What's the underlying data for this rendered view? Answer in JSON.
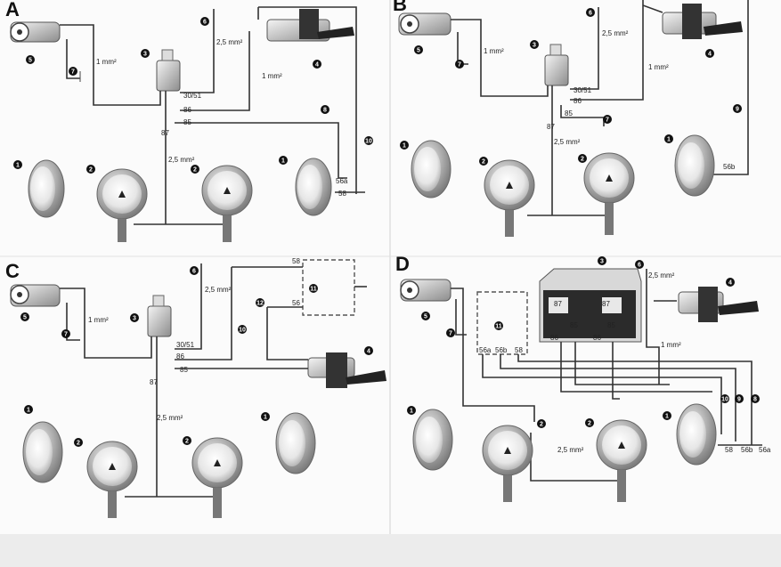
{
  "panels": [
    {
      "letter": "A",
      "labels": [
        "1 mm²",
        "2,5 mm²",
        "1 mm²",
        "2,5 mm²",
        "30/51",
        "86",
        "85",
        "87",
        "56a",
        "58"
      ],
      "badges": [
        "5",
        "7",
        "3",
        "6",
        "4",
        "8",
        "10",
        "1",
        "2",
        "2",
        "1"
      ]
    },
    {
      "letter": "B",
      "labels": [
        "1 mm²",
        "2,5 mm²",
        "1 mm²",
        "2,5 mm²",
        "30/51",
        "86",
        "85",
        "87",
        "56b"
      ],
      "badges": [
        "5",
        "7",
        "3",
        "6",
        "4",
        "7",
        "9",
        "1",
        "2",
        "2",
        "1"
      ]
    },
    {
      "letter": "C",
      "labels": [
        "1 mm²",
        "2,5 mm²",
        "30/51",
        "86",
        "85",
        "87",
        "2,5 mm²",
        "58",
        "56"
      ],
      "badges": [
        "5",
        "7",
        "3",
        "6",
        "10",
        "11",
        "12",
        "4",
        "1",
        "2",
        "2",
        "1"
      ]
    },
    {
      "letter": "D",
      "labels": [
        "2,5 mm²",
        "87",
        "87",
        "85",
        "86",
        "85",
        "86",
        "56a",
        "56b",
        "58",
        "1 mm²",
        "2,5 mm²",
        "58",
        "56b",
        "56a"
      ],
      "badges": [
        "5",
        "7",
        "11",
        "3",
        "6",
        "4",
        "10",
        "9",
        "8",
        "1",
        "2",
        "2",
        "1"
      ]
    }
  ],
  "colors": {
    "wire": "#333333",
    "lamp_rim": "#9a9a9a",
    "badge": "#111111",
    "paper": "#fbfbfb"
  }
}
